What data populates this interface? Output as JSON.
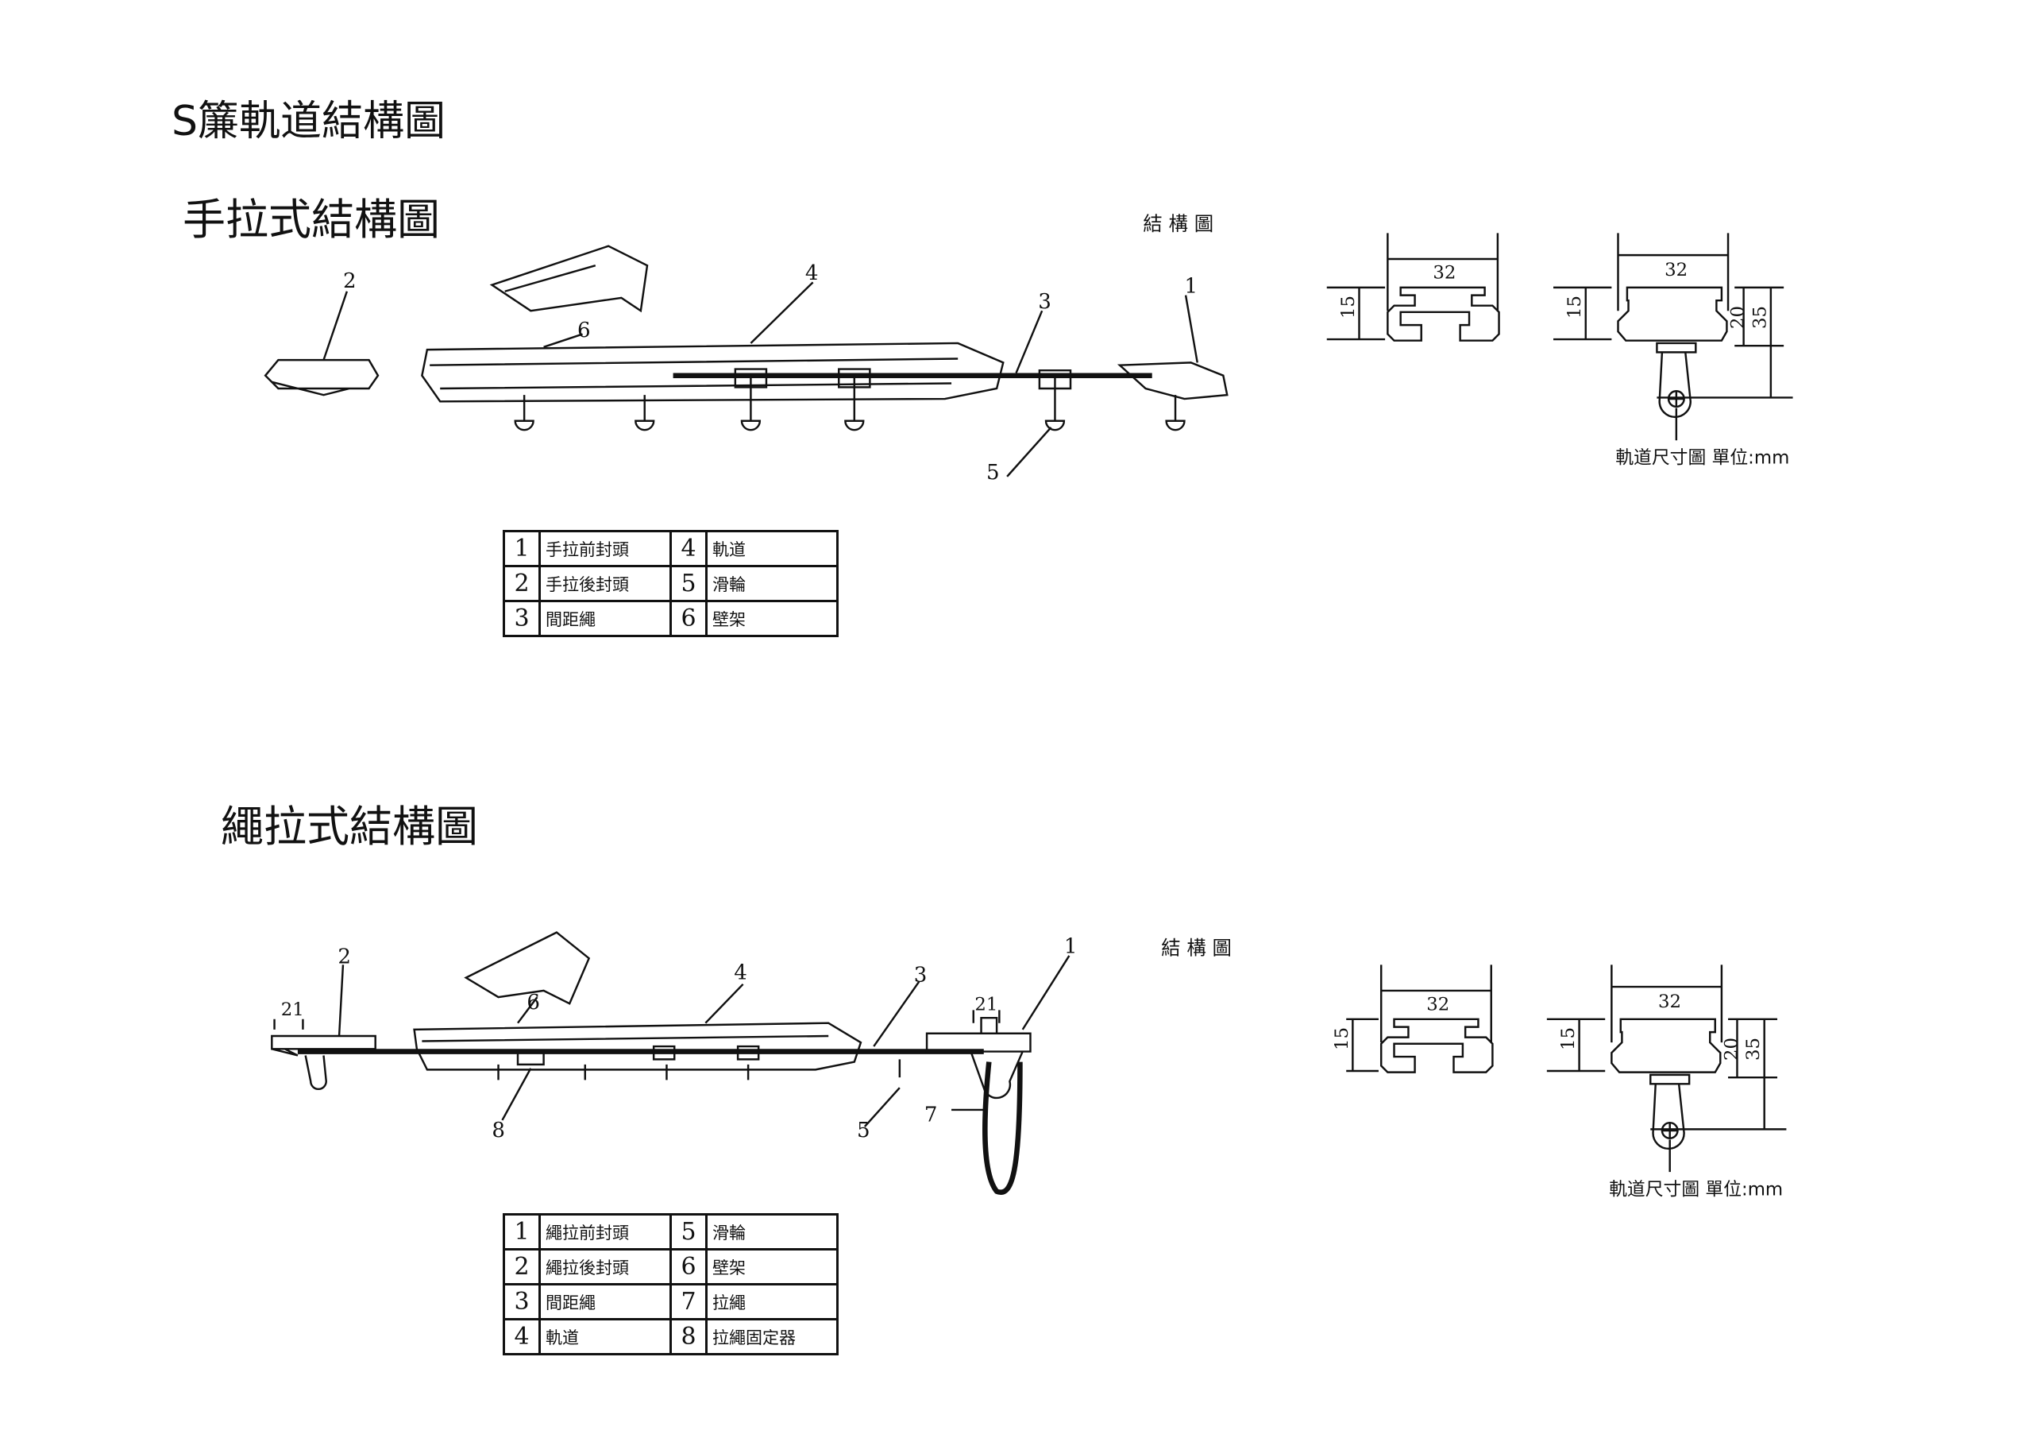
{
  "title": "S簾軌道結構圖",
  "manual": {
    "heading": "手拉式結構圖",
    "diagram_label": "結 構 圖",
    "callouts": [
      "1",
      "2",
      "3",
      "4",
      "5",
      "6"
    ],
    "parts": [
      {
        "num": "1",
        "name": "手拉前封頭"
      },
      {
        "num": "2",
        "name": "手拉後封頭"
      },
      {
        "num": "3",
        "name": "間距繩"
      },
      {
        "num": "4",
        "name": "軌道"
      },
      {
        "num": "5",
        "name": "滑輪"
      },
      {
        "num": "6",
        "name": "壁架"
      }
    ],
    "dims": {
      "width": "32",
      "height": "15",
      "glider_height": "20",
      "total_height": "35",
      "caption": "軌道尺寸圖  單位:mm"
    }
  },
  "cord": {
    "heading": "繩拉式結構圖",
    "diagram_label": "結 構 圖",
    "callouts": [
      "1",
      "2",
      "3",
      "4",
      "5",
      "6",
      "7",
      "8",
      "21",
      "21"
    ],
    "parts": [
      {
        "num": "1",
        "name": "繩拉前封頭"
      },
      {
        "num": "2",
        "name": "繩拉後封頭"
      },
      {
        "num": "3",
        "name": "間距繩"
      },
      {
        "num": "4",
        "name": "軌道"
      },
      {
        "num": "5",
        "name": "滑輪"
      },
      {
        "num": "6",
        "name": "壁架"
      },
      {
        "num": "7",
        "name": "拉繩"
      },
      {
        "num": "8",
        "name": "拉繩固定器"
      }
    ],
    "dims": {
      "width": "32",
      "height": "15",
      "glider_height": "20",
      "total_height": "35",
      "caption": "軌道尺寸圖  單位:mm"
    }
  }
}
